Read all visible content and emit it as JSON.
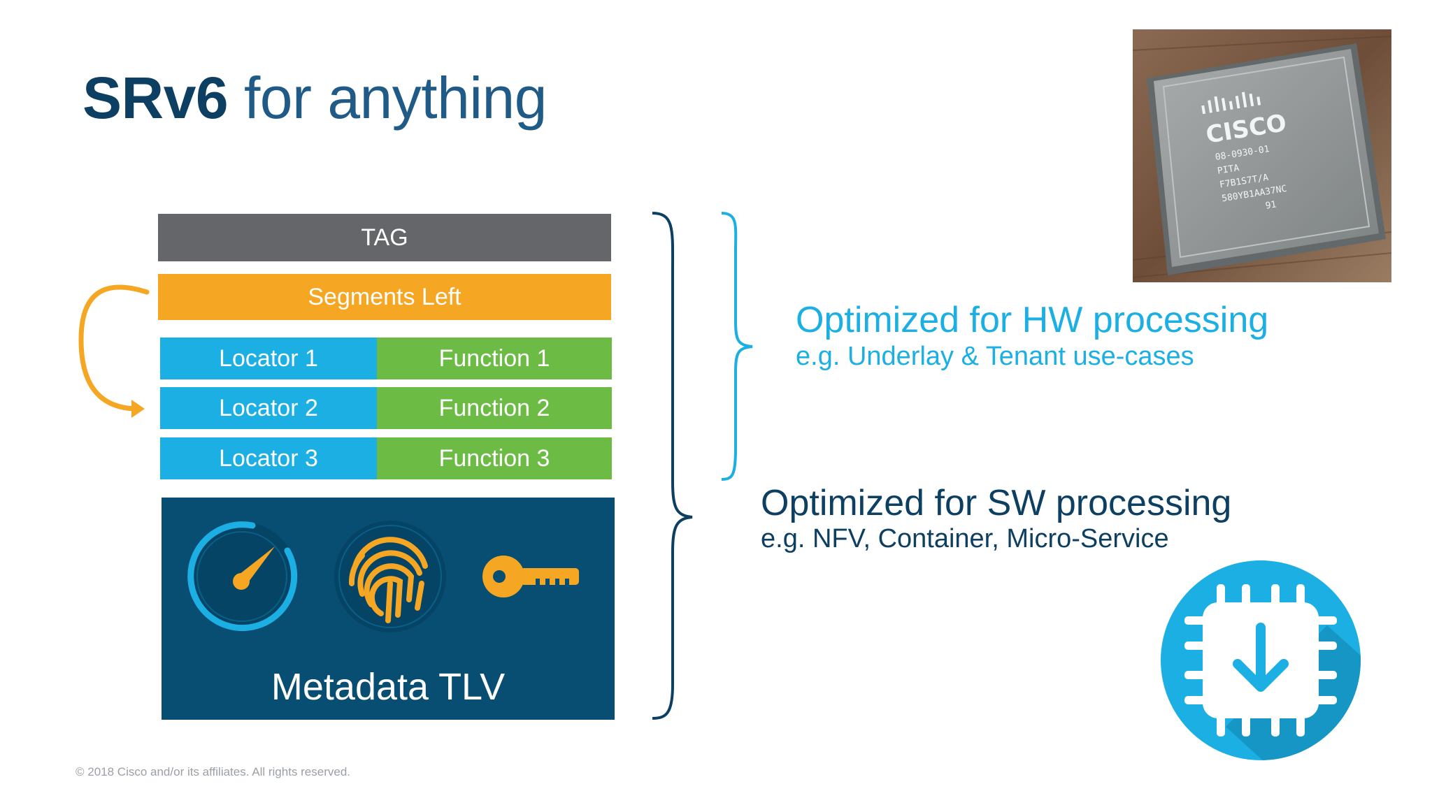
{
  "title": {
    "bold": "SRv6",
    "rest": " for anything"
  },
  "header_stack": {
    "tag": "TAG",
    "segments_left": "Segments Left",
    "rows": [
      {
        "locator": "Locator 1",
        "function": "Function 1"
      },
      {
        "locator": "Locator 2",
        "function": "Function 2"
      },
      {
        "locator": "Locator 3",
        "function": "Function 3"
      }
    ],
    "metadata": "Metadata TLV"
  },
  "hw": {
    "heading": "Optimized for HW processing",
    "sub": "e.g. Underlay & Tenant use-cases"
  },
  "sw": {
    "heading": "Optimized for SW processing",
    "sub": "e.g. NFV, Container, Micro-Service"
  },
  "chip": {
    "brand": "CISCO",
    "lines": [
      "08-0930-01",
      "PITA",
      "F7B1S7T/A",
      "580YB1AA37NC",
      "91"
    ]
  },
  "footer": {
    "copyright": "© 2018  Cisco and/or its affiliates. All rights reserved."
  },
  "colors": {
    "tag": "#646669",
    "segments": "#f5a623",
    "locator": "#1bafe3",
    "function": "#6cbb45",
    "metadata_bg": "#074e72",
    "hw_accent": "#1bafe3",
    "sw_text": "#0d3f63",
    "arrow": "#f5a623"
  },
  "icons": [
    "speedometer-icon",
    "fingerprint-icon",
    "key-icon",
    "chip-download-icon"
  ]
}
